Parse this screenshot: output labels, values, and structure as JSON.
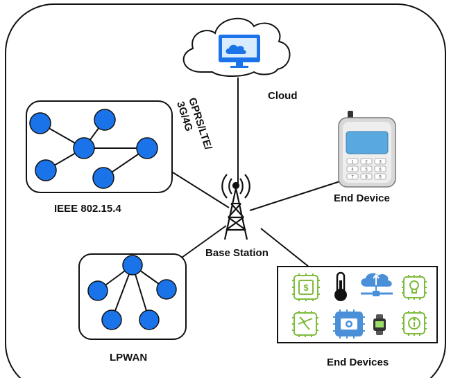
{
  "labels": {
    "cloud": "Cloud",
    "base_station": "Base Station",
    "end_device": "End Device",
    "end_devices": "End Devices",
    "ieee": "IEEE 802.15.4",
    "lpwan": "LPWAN",
    "link_line1": "GPRS/LTE/",
    "link_line2": "3G/4G"
  },
  "phone_keys": [
    "1",
    "2",
    "3",
    "4",
    "5",
    "6",
    "7",
    "8",
    "9"
  ],
  "colors": {
    "node_fill": "#1a73e8",
    "icon_green": "#7dbb3a",
    "icon_blue": "#4a90d9",
    "frame": "#111111"
  },
  "icons": {
    "end_devices": [
      "chip-dollar-icon",
      "thermometer-icon",
      "cloud-network-icon",
      "chip-bulb-icon",
      "chip-plane-icon",
      "chip-camera-icon",
      "smartwatch-icon",
      "chip-info-icon"
    ],
    "cloud": "cloud-monitor-icon",
    "tower": "cell-tower-icon",
    "phone": "mobile-phone-icon"
  }
}
